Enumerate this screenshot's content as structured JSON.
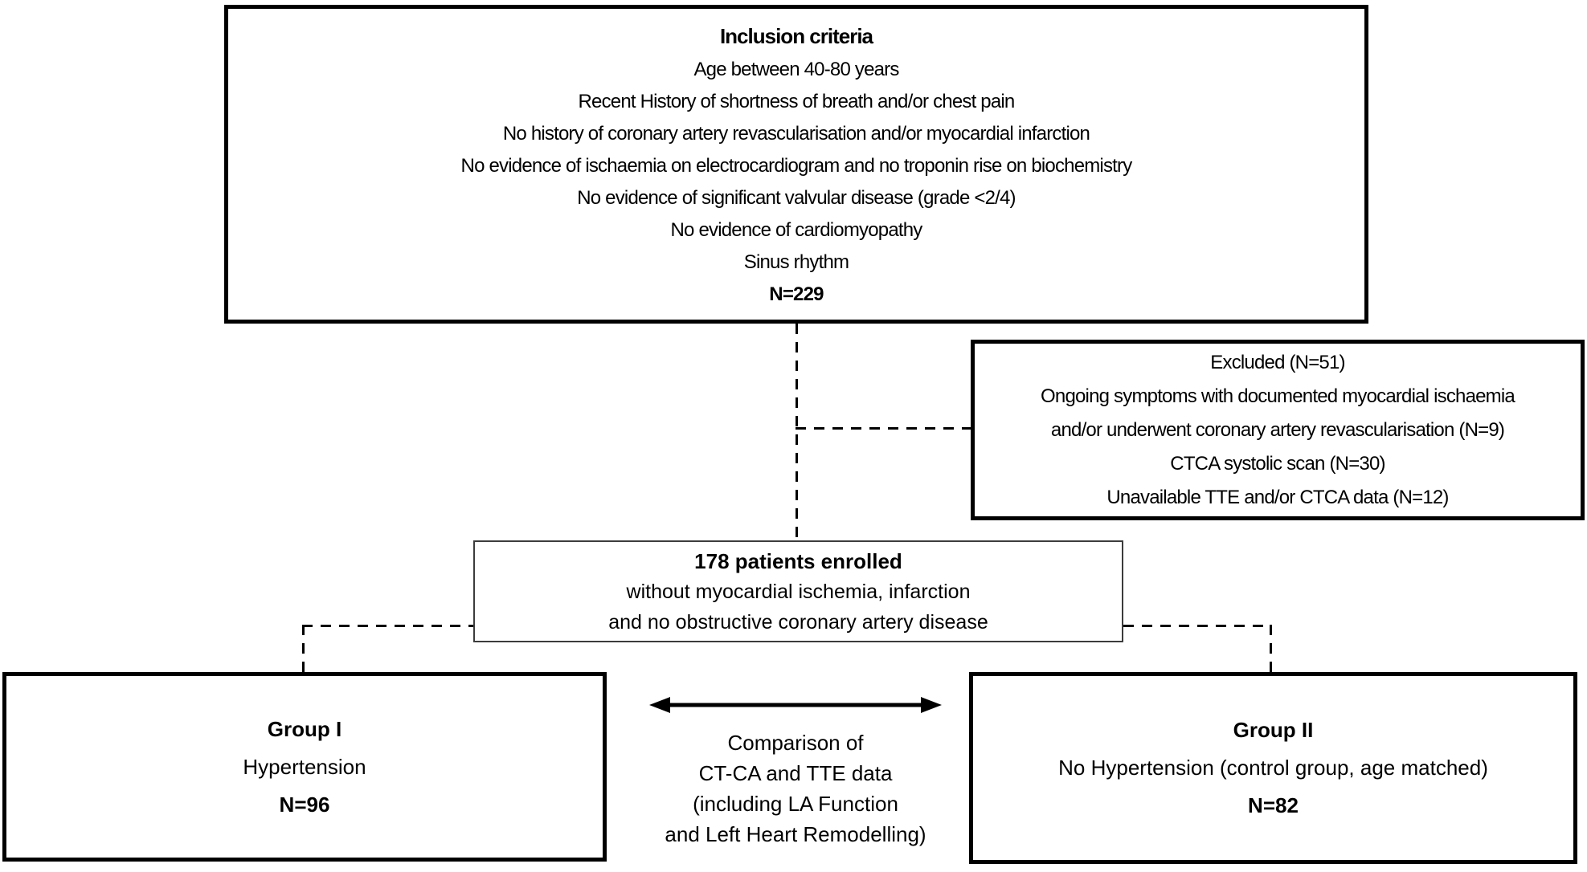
{
  "diagram": {
    "inclusion": {
      "title": "Inclusion criteria",
      "criteria": [
        "Age between 40-80 years",
        "Recent History of shortness of breath and/or chest pain",
        "No history of coronary artery revascularisation and/or myocardial infarction",
        "No evidence of ischaemia on electrocardiogram and  no troponin rise on biochemistry",
        "No evidence of significant valvular disease (grade <2/4)",
        "No evidence of cardiomyopathy",
        "Sinus rhythm"
      ],
      "n_label": "N=229"
    },
    "excluded": {
      "title": "Excluded (N=51)",
      "reasons": [
        "Ongoing symptoms with documented myocardial ischaemia",
        "and/or underwent coronary artery revascularisation (N=9)",
        "CTCA systolic scan (N=30)",
        "Unavailable TTE and/or CTCA data (N=12)"
      ]
    },
    "enrolled": {
      "title": "178 patients enrolled",
      "lines": [
        "without myocardial ischemia, infarction",
        "and no obstructive coronary artery disease"
      ]
    },
    "comparison": {
      "lines": [
        "Comparison of",
        "CT-CA and TTE data",
        "(including LA Function",
        "and Left Heart Remodelling)"
      ]
    },
    "group1": {
      "title": "Group I",
      "subtitle": "Hypertension",
      "n_label": "N=96"
    },
    "group2": {
      "title": "Group II",
      "subtitle": "No Hypertension (control group, age matched)",
      "n_label": "N=82"
    },
    "colors": {
      "border": "#000000",
      "text": "#000000",
      "background": "#ffffff"
    }
  }
}
